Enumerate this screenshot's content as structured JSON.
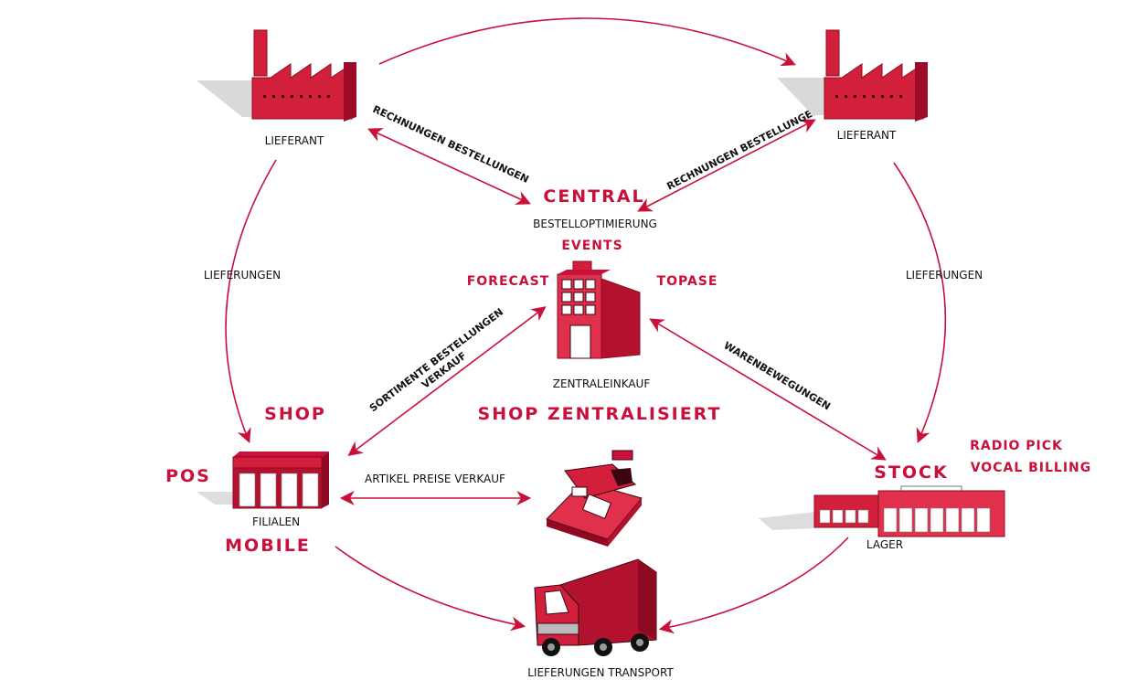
{
  "nodes": {
    "supplier_left": "LIEFERANT",
    "supplier_right": "LIEFERANT",
    "central_purchasing": "ZENTRALEINKAUF",
    "branches": "FILIALEN",
    "warehouse": "LAGER",
    "transport": "LIEFERUNGEN TRANSPORT"
  },
  "modules": {
    "central": "CENTRAL",
    "order_optimization": "BESTELLOPTIMIERUNG",
    "events": "EVENTS",
    "forecast": "FORECAST",
    "topase": "TOPASE",
    "shop_centralized": "SHOP ZENTRALISIERT",
    "shop": "SHOP",
    "pos": "POS",
    "mobile": "MOBILE",
    "stock": "STOCK",
    "radio_pick": "RADIO PICK",
    "vocal_billing": "VOCAL BILLING"
  },
  "edges": {
    "invoices_orders_left": "RECHNUNGEN BESTELLUNGEN",
    "invoices_orders_right": "RECHNUNGEN BESTELLUNGEN",
    "deliveries_left": "LIEFERUNGEN",
    "deliveries_right": "LIEFERUNGEN",
    "assortment_line1": "SORTIMENTE BESTELLUNGEN",
    "assortment_line2": "VERKAUF",
    "goods_movements": "WARENBEWEGUNGEN",
    "article_prices": "ARTIKEL PREISE VERKAUF"
  },
  "colors": {
    "accent": "#c8103a",
    "building": "#d21f3c",
    "building_dark": "#8e0a22"
  }
}
